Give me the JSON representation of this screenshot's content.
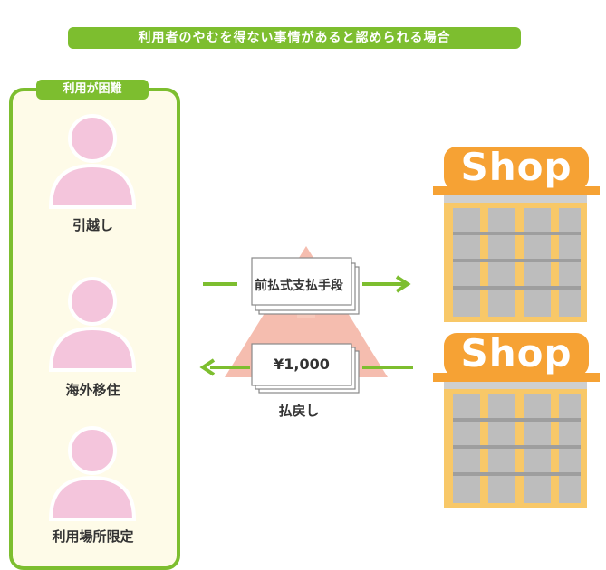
{
  "header": {
    "title": "利用者のやむを得ない事情があると認められる場合"
  },
  "panel": {
    "title": "利用が困難",
    "persons": [
      {
        "label": "引越し"
      },
      {
        "label": "海外移住"
      },
      {
        "label": "利用場所限定"
      }
    ]
  },
  "flow": {
    "payment_label": "前払式支払手段",
    "amount": "¥1,000",
    "refund_label": "払戻し"
  },
  "shops": [
    {
      "sign": "Shop"
    },
    {
      "sign": "Shop"
    }
  ],
  "colors": {
    "green": "#7dbe2f",
    "pink": "#f4c5dc",
    "orange": "#f6a234",
    "triangle": "#f3b2a1",
    "building_gray": "#bdbdbd",
    "building_pillar": "#f8c868"
  }
}
